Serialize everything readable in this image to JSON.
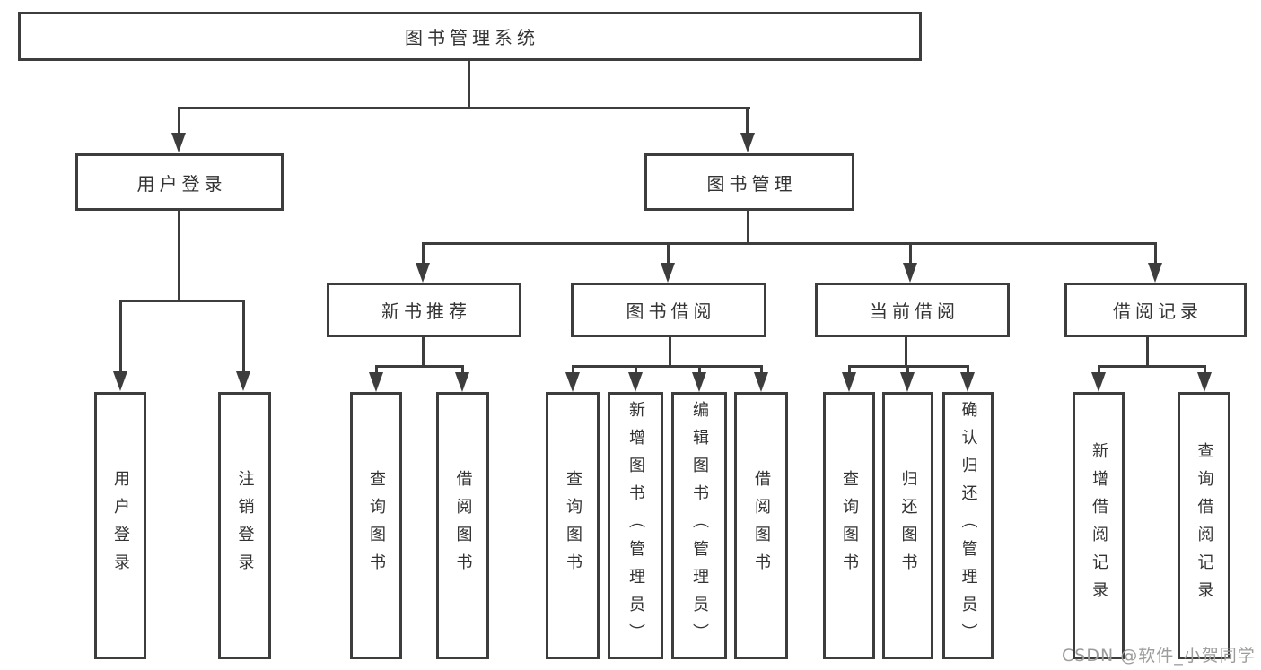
{
  "nodes": {
    "root": "图书管理系统",
    "user_login": "用户登录",
    "book_management": "图书管理",
    "new_book_recommend": "新书推荐",
    "book_borrowing": "图书借阅",
    "current_borrowing": "当前借阅",
    "borrowing_records": "借阅记录",
    "leaf_user_login": "用户登录",
    "leaf_logout": "注销登录",
    "leaf_recommend_query_books": "查询图书",
    "leaf_recommend_borrow_books": "借阅图书",
    "leaf_borrowing_query_books": "查询图书",
    "leaf_borrowing_add_books_admin": "新增图书（管理员）",
    "leaf_borrowing_edit_books_admin": "编辑图书（管理员）",
    "leaf_borrowing_borrow_books": "借阅图书",
    "leaf_current_query_books": "查询图书",
    "leaf_current_return_books": "归还图书",
    "leaf_current_confirm_return_admin": "确认归还（管理员）",
    "leaf_records_add_record": "新增借阅记录",
    "leaf_records_query_record": "查询借阅记录"
  },
  "watermark": "CSDN @软件_小贺同学",
  "colors": {
    "line": "#3d3d3d",
    "ink": "#333333",
    "watermark": "#9c9c9c",
    "bg": "#ffffff"
  }
}
